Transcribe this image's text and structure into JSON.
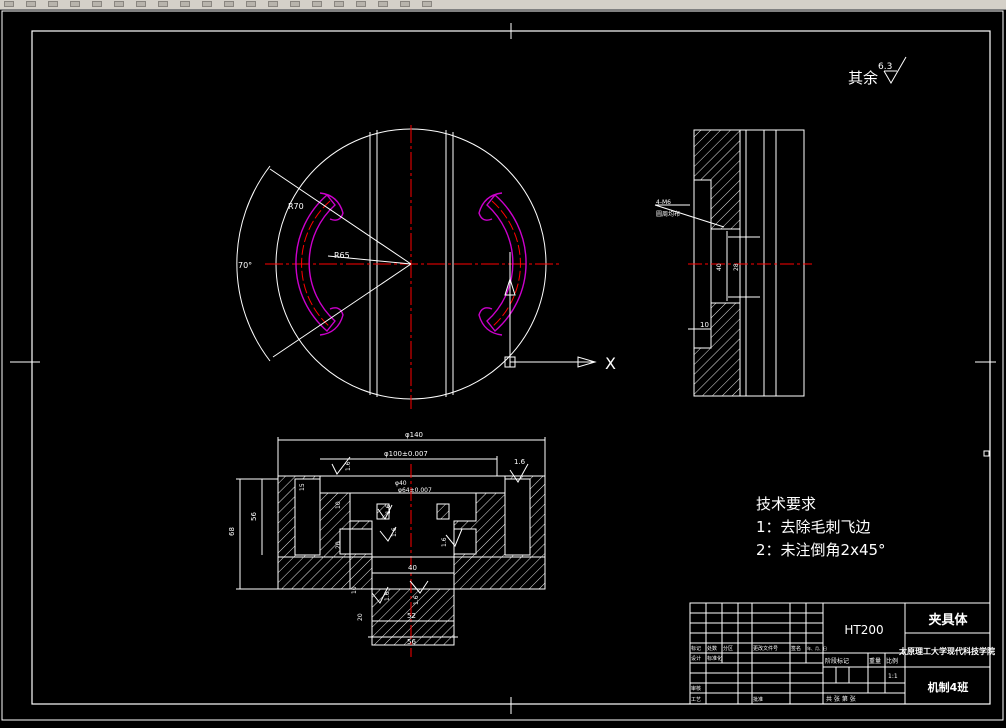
{
  "toolbar": {
    "buttons": [
      "tb-1",
      "tb-2",
      "tb-3",
      "tb-4",
      "tb-5",
      "tb-6",
      "tb-7",
      "tb-8",
      "tb-9",
      "tb-10",
      "tb-11",
      "tb-12",
      "tb-13",
      "tb-14",
      "tb-15",
      "tb-16",
      "tb-17",
      "tb-18",
      "tb-19",
      "tb-20"
    ]
  },
  "colors": {
    "background": "#000000",
    "line": "#ffffff",
    "center_line": "#ff0000",
    "slot_outline": "#cc00cc",
    "hatch": "#ffffff"
  },
  "surface_finish": {
    "label": "其余",
    "value": "6.3"
  },
  "top_view": {
    "angle_label": "70°",
    "radius_label": "R70",
    "center_radius_label": "R65",
    "axis_x_label": "X"
  },
  "side_view": {
    "note_line1": "4-M6",
    "note_line2": "圆周均布",
    "dim_40": "40",
    "dim_28": "28",
    "dim_10": "10"
  },
  "section_view": {
    "dim_phi140": "φ140",
    "dim_phi100": "φ100±0.007",
    "dim_phi64": "φ64±0.007",
    "dim_phi40_top": "φ40",
    "dim_40": "40",
    "dim_52": "52",
    "dim_56": "56",
    "dim_68": "68",
    "dim_56v": "56",
    "dim_15": "15",
    "dim_10": "10",
    "dim_10b": "10",
    "dim_20": "20",
    "dim_20b": "20",
    "rough_16a": "1.6",
    "rough_16b": "1.6",
    "rough_16c": "1.6",
    "rough_16d": "1.6",
    "rough_16e": "1.6",
    "rough_16f": "1.6",
    "rough_16g": "1.6"
  },
  "tech_requirements": {
    "title": "技术要求",
    "item1": "1：去除毛刺飞边",
    "item2": "2：未注倒角2x45°"
  },
  "title_block": {
    "part_name": "夹具体",
    "material": "HT200",
    "school": "太原理工大学现代科技学院",
    "class_name": "机制4班",
    "scale": "1:1",
    "row_design": "设计",
    "row_standard": "标准化",
    "row_review": "审核",
    "row_process": "工艺",
    "row_approve": "批准",
    "col_mark": "标记",
    "col_count": "处数",
    "col_zone": "分区",
    "col_docno": "更改文件号",
    "col_sign": "签名",
    "col_date": "年、月、日",
    "stage_label": "阶段标记",
    "weight_label": "重量",
    "ratio_label": "比例",
    "sheets_label": "共 张 第 张"
  }
}
